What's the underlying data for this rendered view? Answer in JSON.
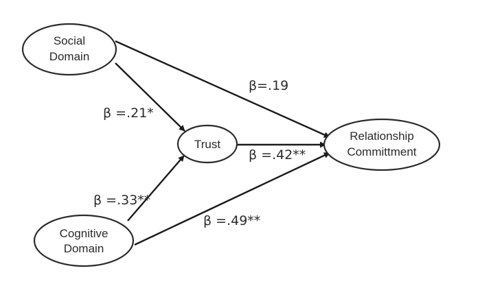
{
  "nodes": {
    "social": {
      "lines": [
        "Social",
        "Domain"
      ]
    },
    "trust": {
      "lines": [
        "Trust"
      ]
    },
    "cognitive": {
      "lines": [
        "Cognitive",
        "Domain"
      ]
    },
    "commitment": {
      "lines": [
        "Relationship",
        "Committment"
      ]
    }
  },
  "edges": {
    "social_commitment": {
      "label": "β=.19"
    },
    "social_trust": {
      "label": "β =.21*"
    },
    "trust_commitment": {
      "label": "β =.42**"
    },
    "cognitive_trust": {
      "label": "β =.33**"
    },
    "cognitive_commitment": {
      "label": "β =.49**"
    }
  },
  "colors": {
    "stroke": "#1a1a1a",
    "text": "#2a2a2a",
    "background": "#ffffff"
  }
}
